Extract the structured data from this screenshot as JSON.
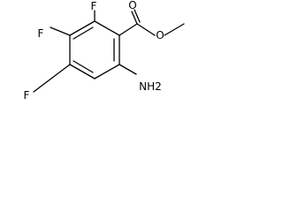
{
  "molecule": {
    "atoms": {
      "f_top": "F",
      "f_middle": "F",
      "f_bottom": "F",
      "carbonyl_oxygen": "O",
      "ester_oxygen": "O",
      "amino_group": "NH2"
    },
    "colors": {
      "bond": "#000000",
      "label": "#000000",
      "background": "#ffffff"
    }
  }
}
